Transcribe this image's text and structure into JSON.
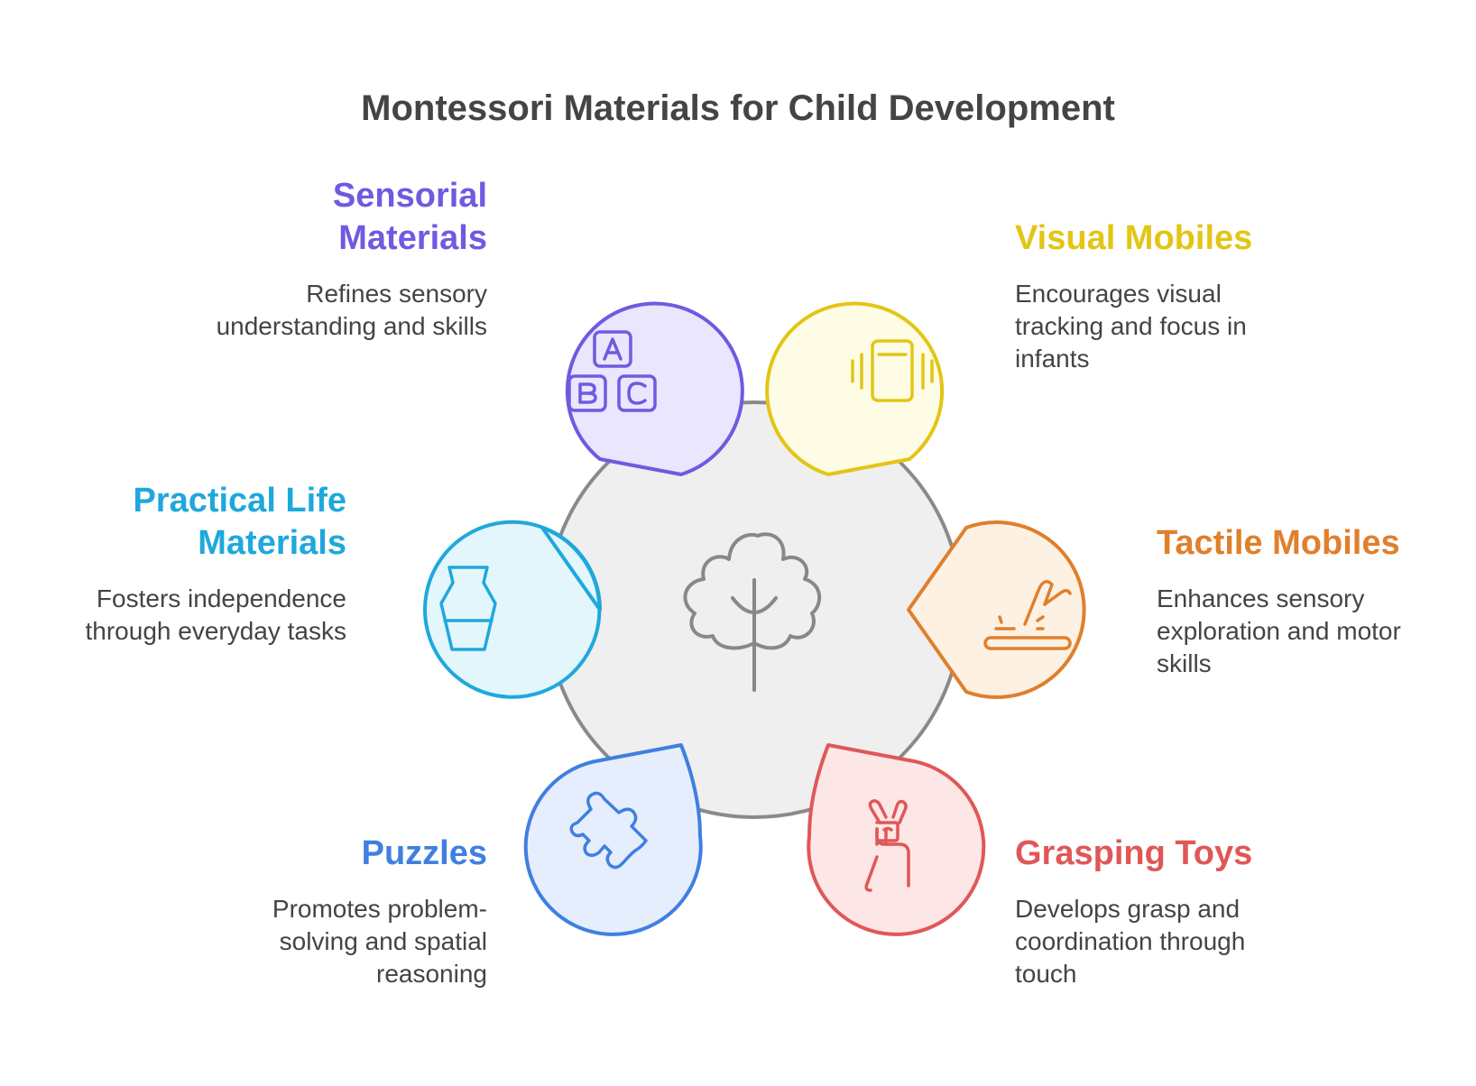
{
  "title": "Montessori Materials for Child Development",
  "items": [
    {
      "key": "sensorial",
      "heading_lines": [
        "Sensorial",
        "Materials"
      ],
      "description_lines": [
        "Refines sensory",
        "understanding and skills"
      ],
      "color": "#6f5ae0",
      "fill": "#e9e6fd",
      "icon": "abc-blocks-icon"
    },
    {
      "key": "visual",
      "heading_lines": [
        "Visual Mobiles"
      ],
      "description_lines": [
        "Encourages visual",
        "tracking and focus in",
        "infants"
      ],
      "color": "#e2c516",
      "fill": "#fefce5",
      "icon": "vibrating-phone-icon"
    },
    {
      "key": "practical",
      "heading_lines": [
        "Practical Life",
        "Materials"
      ],
      "description_lines": [
        "Fosters independence",
        "through everyday tasks"
      ],
      "color": "#1fa8dc",
      "fill": "#e3f6fc",
      "icon": "vase-icon"
    },
    {
      "key": "tactile",
      "heading_lines": [
        "Tactile Mobiles"
      ],
      "description_lines": [
        "Enhances sensory",
        "exploration and motor",
        "skills"
      ],
      "color": "#e07f2c",
      "fill": "#fdf1e3",
      "icon": "touch-surface-icon"
    },
    {
      "key": "puzzles",
      "heading_lines": [
        "Puzzles"
      ],
      "description_lines": [
        "Promotes problem-",
        "solving and spatial",
        "reasoning"
      ],
      "color": "#3f7fe0",
      "fill": "#e6eefd",
      "icon": "puzzle-piece-icon"
    },
    {
      "key": "grasping",
      "heading_lines": [
        "Grasping Toys"
      ],
      "description_lines": [
        "Develops grasp and",
        "coordination through",
        "touch"
      ],
      "color": "#e05757",
      "fill": "#fde6e6",
      "icon": "grasping-hand-icon"
    }
  ],
  "center": {
    "icon": "tree-icon",
    "color": "#888888",
    "fill": "#efefef"
  }
}
